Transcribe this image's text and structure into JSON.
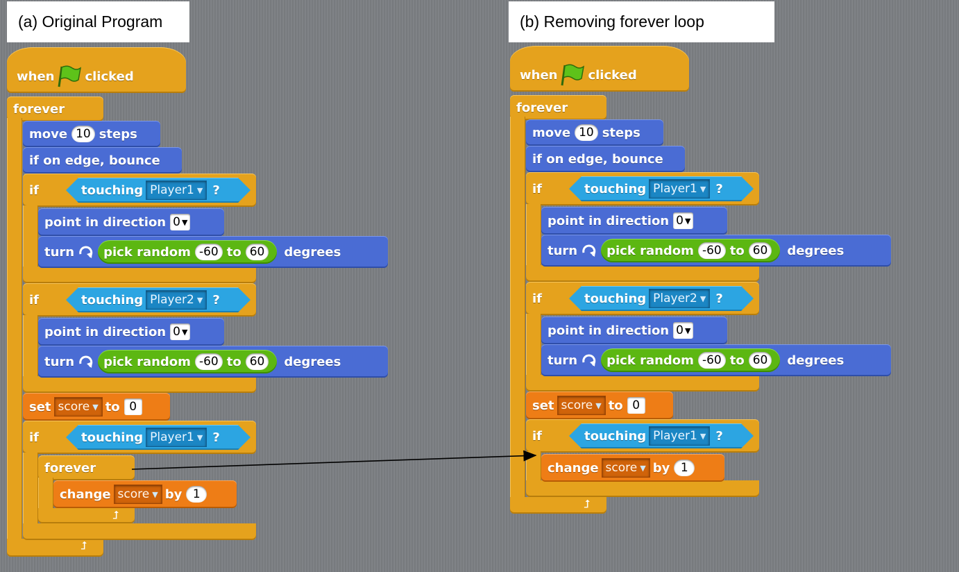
{
  "captions": {
    "left": "(a) Original Program",
    "right": "(b) Removing forever loop"
  },
  "blocks": {
    "when": "when",
    "clicked": "clicked",
    "forever": "forever",
    "move": "move",
    "move_steps_value": "10",
    "steps": "steps",
    "bounce": "if on edge, bounce",
    "if": "if",
    "touching": "touching",
    "sprite1": "Player1",
    "sprite2": "Player2",
    "q": "?",
    "point": "point in direction",
    "direction_value": "0",
    "turn": "turn",
    "pick_random": "pick random",
    "random_from": "-60",
    "to": "to",
    "random_to": "60",
    "degrees": "degrees",
    "set": "set",
    "var_name": "score",
    "set_value": "0",
    "change": "change",
    "by": "by",
    "change_value": "1"
  },
  "icons": {
    "flag": "green-flag-icon",
    "turn": "turn-clockwise-icon",
    "loop_return": "loop-arrow-icon",
    "arrow": "arrow-connector"
  },
  "colors": {
    "control": "#e5a21d",
    "motion": "#4a6cd4",
    "operators": "#5cb712",
    "variables": "#ee7d16",
    "sensing": "#2ca5e2",
    "background": "#7b7e82"
  }
}
